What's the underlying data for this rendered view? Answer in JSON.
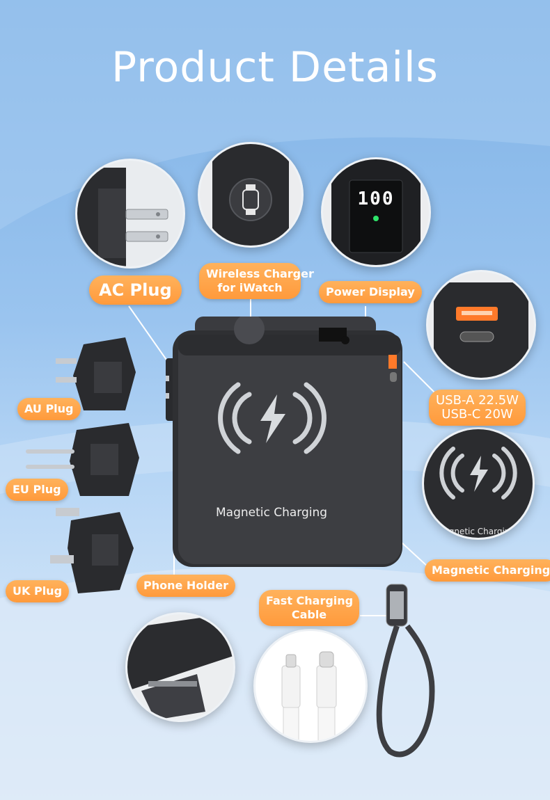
{
  "title": "Product Details",
  "labels": {
    "ac_plug": "AC Plug",
    "wireless_line1": "Wireless Charger",
    "wireless_line2": "for iWatch",
    "power_display": "Power Display",
    "usb_line1": "USB-A 22.5W",
    "usb_line2": "USB-C 20W",
    "au_plug": "AU Plug",
    "eu_plug": "EU Plug",
    "uk_plug": "UK Plug",
    "magnetic_charging": "Magnetic Charging",
    "phone_holder": "Phone Holder",
    "cable_line1": "Fast Charging",
    "cable_line2": "Cable"
  },
  "device": {
    "body_text": "Magnetic Charging",
    "display_value": "100",
    "zoom_text": "Magnetic Charging"
  },
  "colors": {
    "label_orange": "#ff9f45",
    "device_dark": "#2f3033",
    "background_blue": "#8dbcec"
  }
}
